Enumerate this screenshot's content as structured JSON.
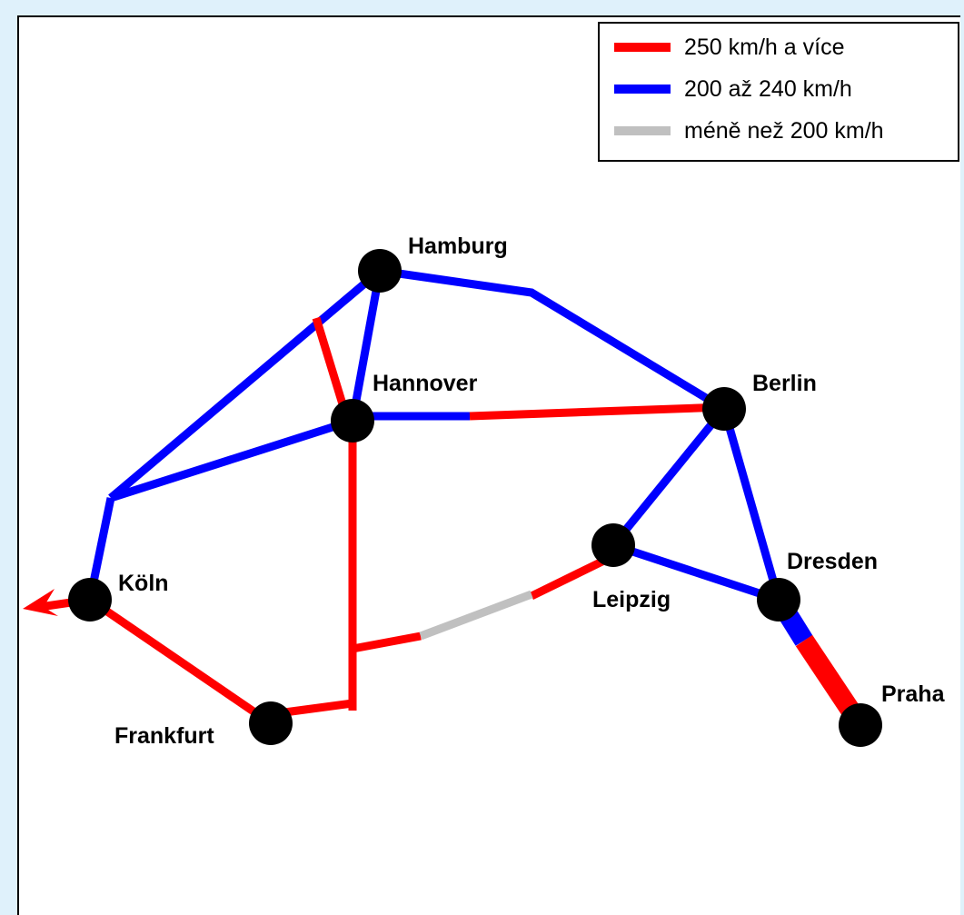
{
  "colors": {
    "high_speed": "#ff0000",
    "medium_speed": "#0000ff",
    "low_speed": "#c0c0c0",
    "background": "#dff1fb",
    "node": "#000000"
  },
  "legend": {
    "items": [
      {
        "label": "250 km/h a více",
        "color": "#ff0000"
      },
      {
        "label": "200 až 240 km/h",
        "color": "#0000ff"
      },
      {
        "label": "méně než 200 km/h",
        "color": "#c0c0c0"
      }
    ]
  },
  "cities": {
    "hamburg": "Hamburg",
    "hannover": "Hannover",
    "berlin": "Berlin",
    "koln": "Köln",
    "leipzig": "Leipzig",
    "dresden": "Dresden",
    "frankfurt": "Frankfurt",
    "praha": "Praha"
  }
}
